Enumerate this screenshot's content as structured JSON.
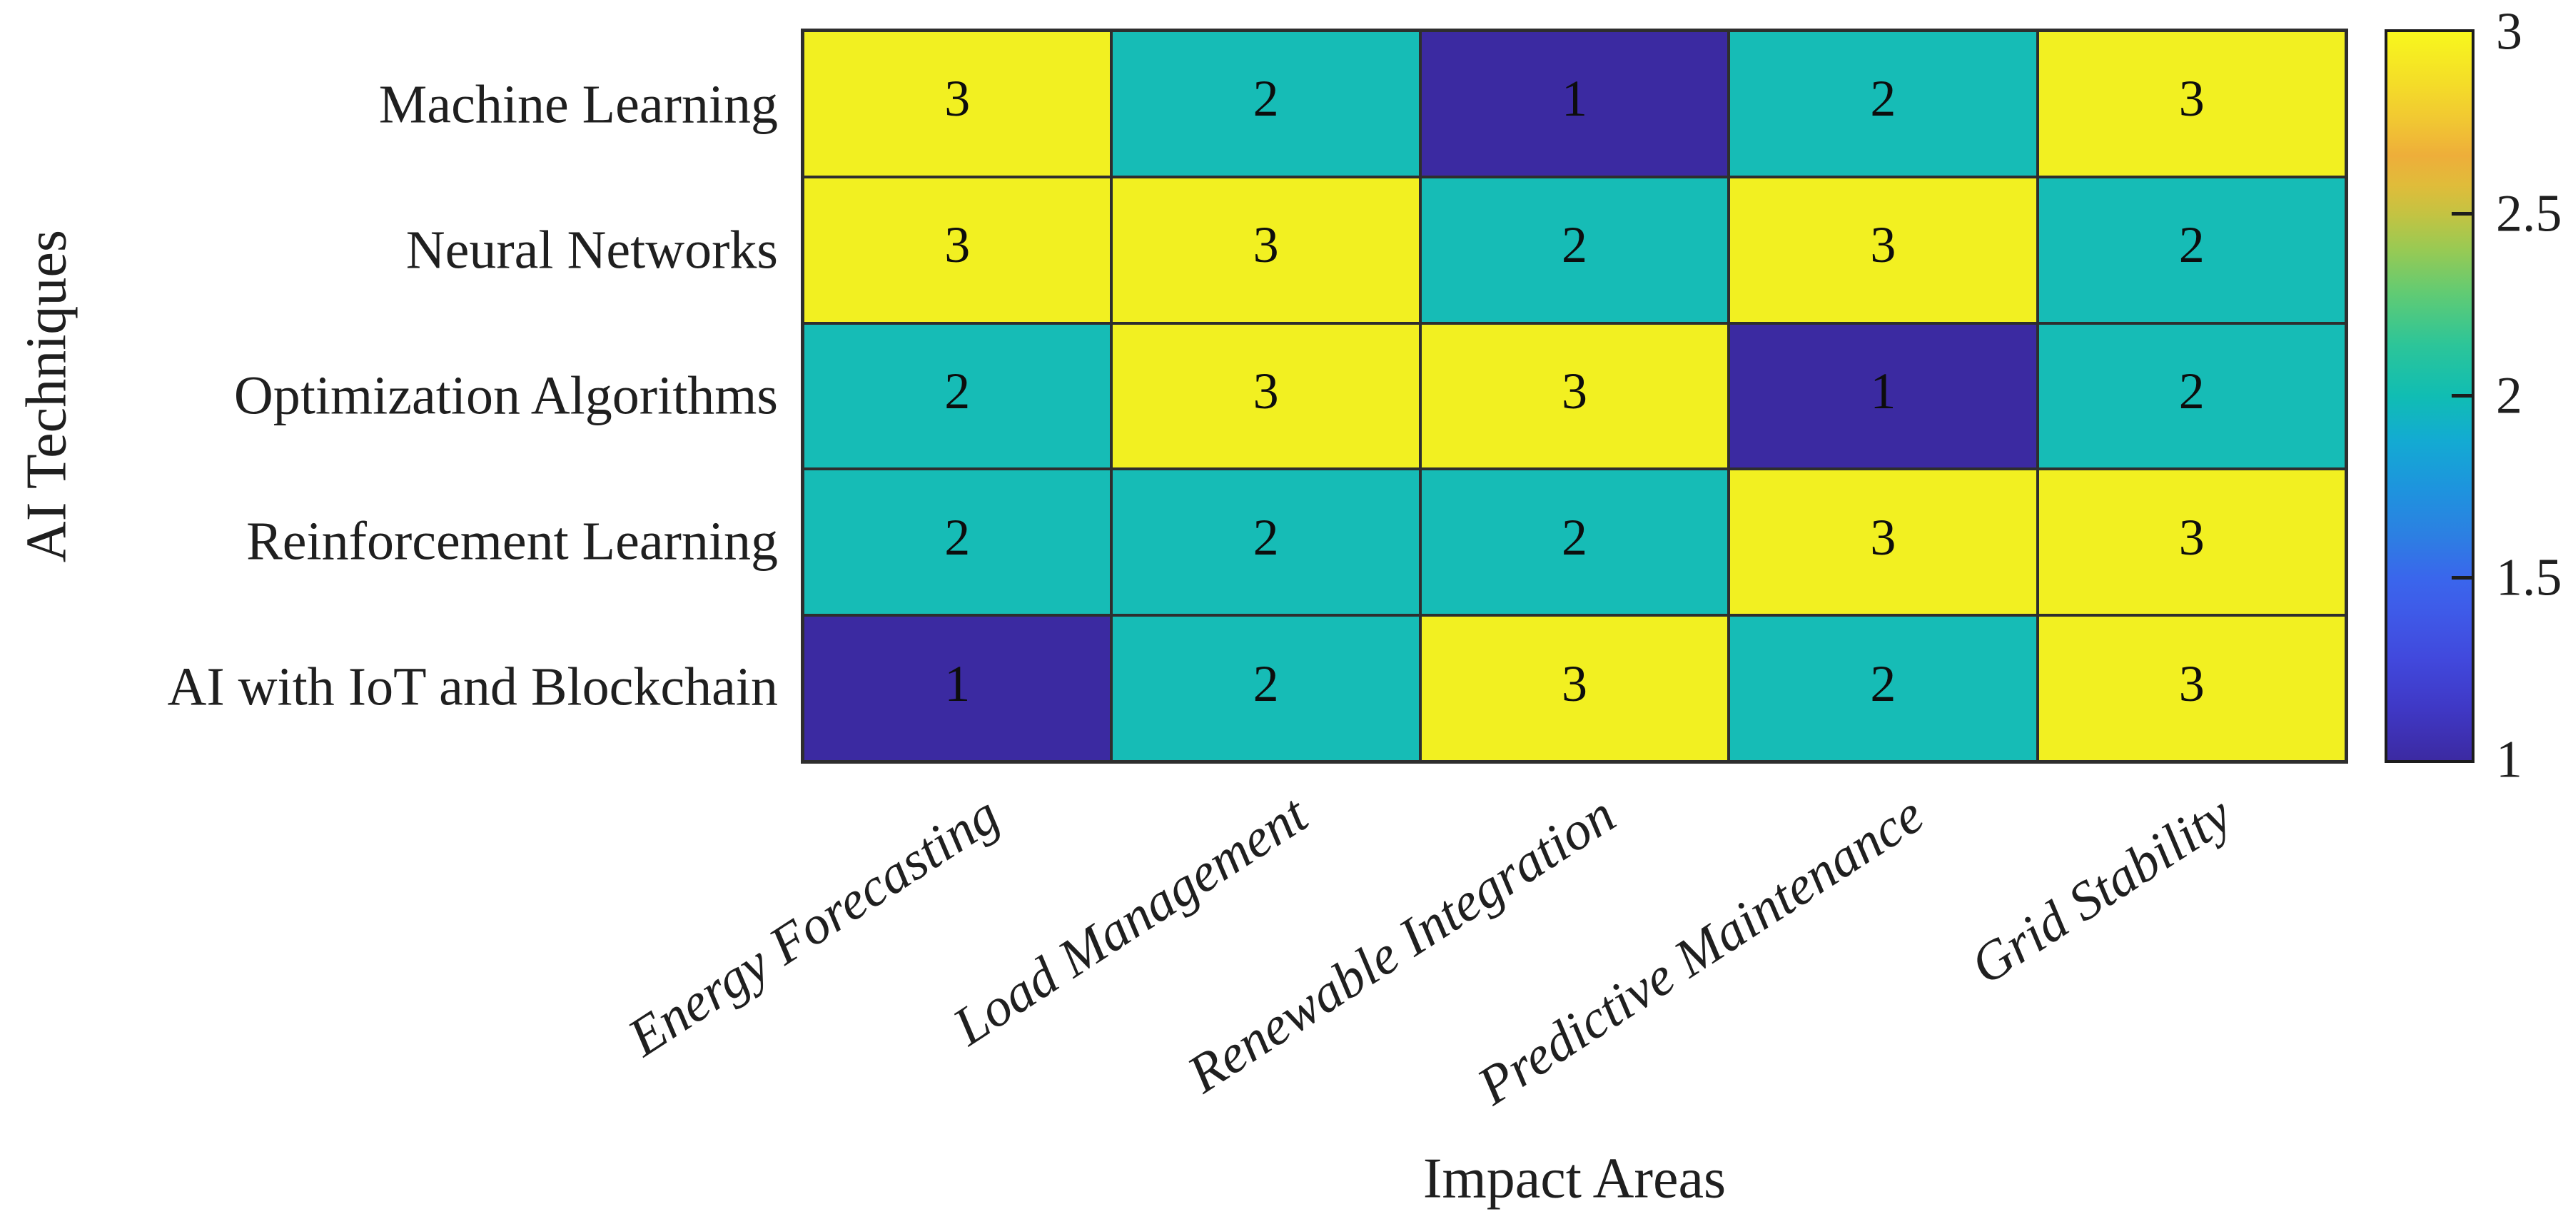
{
  "chart_data": {
    "type": "heatmap",
    "xlabel": "Impact Areas",
    "ylabel": "AI Techniques",
    "rows": [
      "Machine Learning",
      "Neural Networks",
      "Optimization Algorithms",
      "Reinforcement Learning",
      "AI with IoT and Blockchain"
    ],
    "columns": [
      "Energy Forecasting",
      "Load Management",
      "Renewable Integration",
      "Predictive Maintenance",
      "Grid Stability"
    ],
    "values": [
      [
        3,
        2,
        1,
        2,
        3
      ],
      [
        3,
        3,
        2,
        3,
        2
      ],
      [
        2,
        3,
        3,
        1,
        2
      ],
      [
        2,
        2,
        2,
        3,
        3
      ],
      [
        1,
        2,
        3,
        2,
        3
      ]
    ],
    "value_colors": {
      "1": "#3b2aa1",
      "2": "#16bcb6",
      "3": "#f2f021"
    },
    "grid_color": "#2e2e2e",
    "legend_position": "right",
    "colorbar": {
      "colormap": "parula",
      "min": 1,
      "max": 3,
      "tick_labels": [
        "3",
        "2.5",
        "2",
        "1.5",
        "1"
      ],
      "tick_values": [
        3,
        2.5,
        2,
        1.5,
        1
      ],
      "gradient_stops": [
        {
          "pos": 0,
          "color": "#3c2aa2"
        },
        {
          "pos": 7,
          "color": "#3f38c5"
        },
        {
          "pos": 14,
          "color": "#4149dd"
        },
        {
          "pos": 21,
          "color": "#3e5ce9"
        },
        {
          "pos": 25,
          "color": "#3a66ec"
        },
        {
          "pos": 31,
          "color": "#2c80e2"
        },
        {
          "pos": 37,
          "color": "#1e93de"
        },
        {
          "pos": 44,
          "color": "#13abd2"
        },
        {
          "pos": 50,
          "color": "#10bdb3"
        },
        {
          "pos": 57,
          "color": "#2cc599"
        },
        {
          "pos": 64,
          "color": "#60cb74"
        },
        {
          "pos": 70,
          "color": "#97ca54"
        },
        {
          "pos": 75,
          "color": "#c4c342"
        },
        {
          "pos": 79,
          "color": "#e0bc3a"
        },
        {
          "pos": 83,
          "color": "#eeae3a"
        },
        {
          "pos": 88,
          "color": "#f1c832"
        },
        {
          "pos": 93,
          "color": "#f4dd28"
        },
        {
          "pos": 100,
          "color": "#f8f71d"
        }
      ]
    }
  }
}
